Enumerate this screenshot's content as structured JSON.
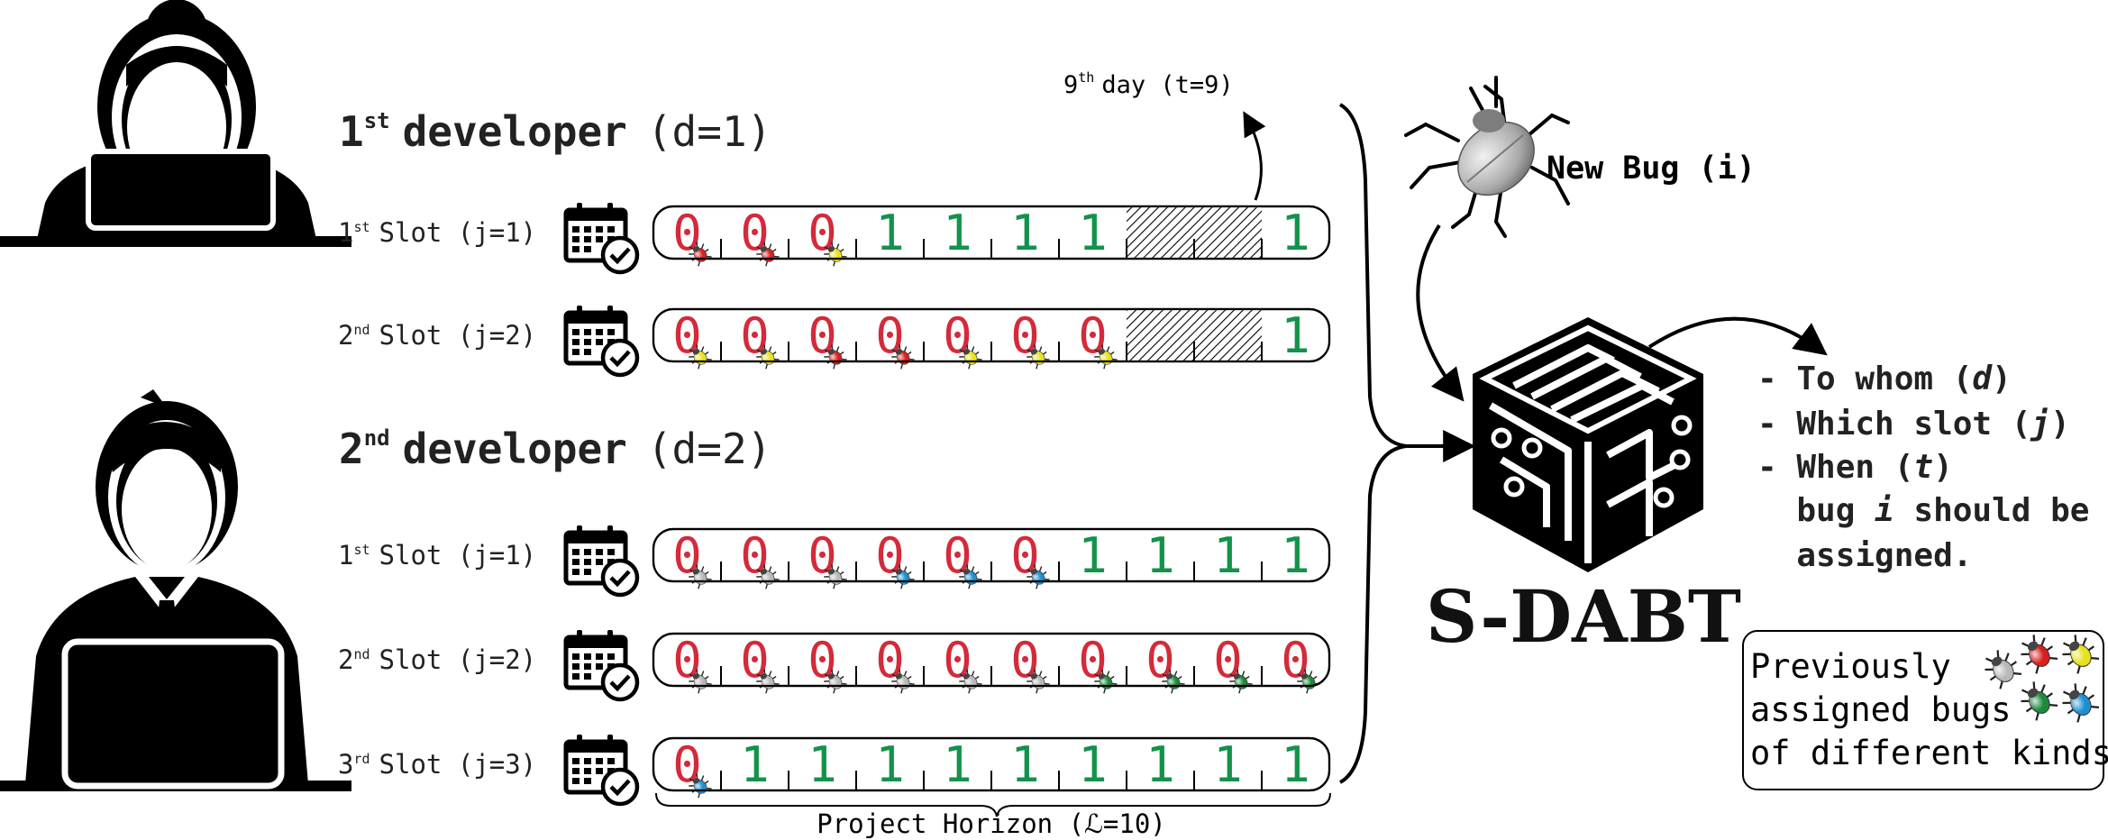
{
  "developers": [
    {
      "ordinal": "1",
      "sup": "st",
      "title": "developer",
      "param": "(d=1)",
      "slots": [
        {
          "ordinal": "1",
          "sup": "st",
          "label": "Slot (j=1)",
          "cells": [
            [
              "0",
              "red"
            ],
            [
              "0",
              "red"
            ],
            [
              "0",
              "yellow"
            ],
            [
              "1",
              ""
            ],
            [
              "1",
              ""
            ],
            [
              "1",
              ""
            ],
            [
              "1",
              ""
            ],
            [
              "",
              ""
            ],
            [
              "",
              ""
            ],
            [
              "1",
              ""
            ]
          ]
        },
        {
          "ordinal": "2",
          "sup": "nd",
          "label": "Slot (j=2)",
          "cells": [
            [
              "0",
              "yellow"
            ],
            [
              "0",
              "yellow"
            ],
            [
              "0",
              "red"
            ],
            [
              "0",
              "red"
            ],
            [
              "0",
              "yellow"
            ],
            [
              "0",
              "yellow"
            ],
            [
              "0",
              "yellow"
            ],
            [
              "",
              ""
            ],
            [
              "",
              ""
            ],
            [
              "1",
              ""
            ]
          ]
        }
      ]
    },
    {
      "ordinal": "2",
      "sup": "nd",
      "title": "developer",
      "param": "(d=2)",
      "slots": [
        {
          "ordinal": "1",
          "sup": "st",
          "label": "Slot (j=1)",
          "cells": [
            [
              "0",
              "gray"
            ],
            [
              "0",
              "gray"
            ],
            [
              "0",
              "gray"
            ],
            [
              "0",
              "blue"
            ],
            [
              "0",
              "blue"
            ],
            [
              "0",
              "blue"
            ],
            [
              "1",
              ""
            ],
            [
              "1",
              ""
            ],
            [
              "1",
              ""
            ],
            [
              "1",
              ""
            ]
          ]
        },
        {
          "ordinal": "2",
          "sup": "nd",
          "label": "Slot (j=2)",
          "cells": [
            [
              "0",
              "gray"
            ],
            [
              "0",
              "gray"
            ],
            [
              "0",
              "gray"
            ],
            [
              "0",
              "gray"
            ],
            [
              "0",
              "gray"
            ],
            [
              "0",
              "gray"
            ],
            [
              "0",
              "green"
            ],
            [
              "0",
              "green"
            ],
            [
              "0",
              "green"
            ],
            [
              "0",
              "green"
            ]
          ]
        },
        {
          "ordinal": "3",
          "sup": "rd",
          "label": "Slot (j=3)",
          "cells": [
            [
              "0",
              "blue"
            ],
            [
              "1",
              ""
            ],
            [
              "1",
              ""
            ],
            [
              "1",
              ""
            ],
            [
              "1",
              ""
            ],
            [
              "1",
              ""
            ],
            [
              "1",
              ""
            ],
            [
              "1",
              ""
            ],
            [
              "1",
              ""
            ],
            [
              "1",
              ""
            ]
          ]
        }
      ]
    }
  ],
  "day_marker": {
    "ordinal": "9",
    "sup": "th",
    "label": "day (t=9)"
  },
  "horizon": {
    "label": "Project Horizon (ℒ=10)"
  },
  "new_bug": {
    "label": "New Bug (i)"
  },
  "brand": {
    "name": "S-DABT"
  },
  "output": {
    "lines": [
      {
        "parts": [
          [
            "- To whom (",
            "b"
          ],
          [
            "d",
            "bi"
          ],
          [
            ")",
            "b"
          ]
        ]
      },
      {
        "parts": [
          [
            "- Which slot (",
            "b"
          ],
          [
            "j",
            "bi"
          ],
          [
            ")",
            "b"
          ]
        ]
      },
      {
        "parts": [
          [
            "- When (",
            "b"
          ],
          [
            "t",
            "bi"
          ],
          [
            ")",
            "b"
          ]
        ]
      },
      {
        "parts": [
          [
            "  bug ",
            "b"
          ],
          [
            "i",
            "bi"
          ],
          [
            " should be",
            "b"
          ]
        ]
      },
      {
        "parts": [
          [
            "  assigned.",
            "b"
          ]
        ]
      }
    ]
  },
  "legend": {
    "lines": [
      "Previously",
      "assigned bugs",
      "of different kinds"
    ]
  },
  "colors": {
    "zero": "#d42a3a",
    "one": "#13924a",
    "bug_red": "#d81f1f",
    "bug_yellow": "#e7e21a",
    "bug_gray": "#b8b8b8",
    "bug_blue": "#1e8fcf",
    "bug_green": "#1d8a3b",
    "ink": "#000000"
  },
  "icons": [
    "woman-developer-icon",
    "man-developer-icon",
    "calendar-check-icon",
    "bug-icon",
    "chip-cube-icon"
  ]
}
